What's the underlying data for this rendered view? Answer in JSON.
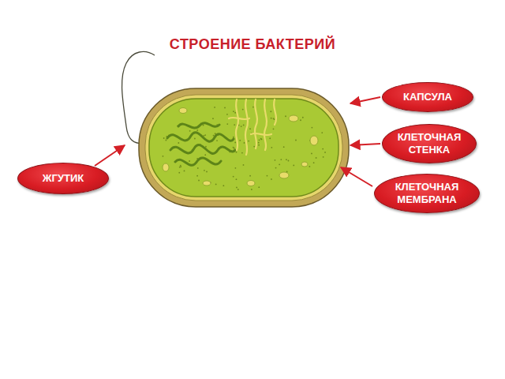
{
  "diagram": {
    "title": "СТРОЕНИЕ БАКТЕРИЙ",
    "nodes": [
      {
        "text": [
          "КАПСУЛА"
        ]
      },
      {
        "text": [
          "КЛЕТОЧНАЯ СТЕНКА"
        ]
      },
      {
        "text": [
          "ЖГУТИК"
        ]
      },
      {
        "text": [
          "КЛЕТОЧНАЯ МЕМБРАНА"
        ]
      }
    ]
  }
}
